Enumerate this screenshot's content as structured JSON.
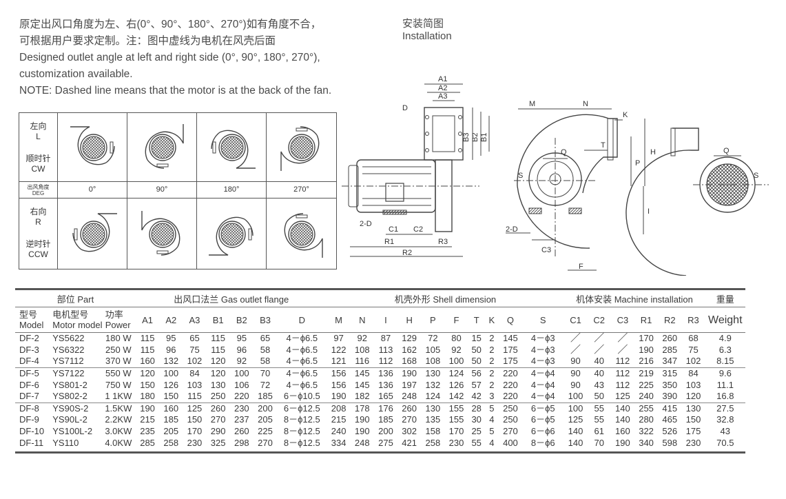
{
  "intro": {
    "line1": "原定出风口角度为左、右(0°、90°、180°、270°)如有角度不合，",
    "line2": "可根据用户要求定制。注：图中虚线为电机在风壳后面",
    "line3": "Designed outlet angle at left and right side (0°, 90°, 180°, 270°),",
    "line4": "customization available.",
    "line5": "NOTE: Dashed line means that the motor is at the back of the fan."
  },
  "installation": {
    "title_cn": "安装简图",
    "title_en": "Installation"
  },
  "orientation": {
    "left_cn": "左向",
    "left_en": "L",
    "cw_cn": "顺时针",
    "cw_en": "CW",
    "deg_cn": "出风角度",
    "deg_en": "DEG",
    "angles": [
      "0°",
      "90°",
      "180°",
      "270°"
    ],
    "right_cn": "右向",
    "right_en": "R",
    "ccw_cn": "逆时针",
    "ccw_en": "CCW"
  },
  "dims": {
    "A1": "A1",
    "A2": "A2",
    "A3": "A3",
    "B1": "B1",
    "B2": "B2",
    "B3": "B3",
    "D": "D",
    "M": "M",
    "N": "N",
    "K": "K",
    "T": "T",
    "Q": "Q",
    "H": "H",
    "P": "P",
    "S": "S",
    "I": "I",
    "C1": "C1",
    "C2": "C2",
    "C3": "C3",
    "R1": "R1",
    "R2": "R2",
    "R3": "R3",
    "F": "F",
    "twoD": "2-D"
  },
  "table": {
    "groups": {
      "part": "部位 Part",
      "flange": "出风口法兰 Gas outlet flange",
      "shell": "机壳外形 Shell dimension",
      "install": "机体安装 Machine installation",
      "weight_cn": "重量"
    },
    "headers": {
      "model_cn": "型号",
      "model_en": "Model",
      "motor_cn": "电机型号",
      "motor_en": "Motor model",
      "power_cn": "功率",
      "power_en": "Power",
      "weight": "Weight",
      "cols": [
        "A1",
        "A2",
        "A3",
        "B1",
        "B2",
        "B3",
        "D",
        "M",
        "N",
        "I",
        "H",
        "P",
        "F",
        "T",
        "K",
        "Q",
        "S",
        "C1",
        "C2",
        "C3",
        "R1",
        "R2",
        "R3"
      ]
    },
    "rows": [
      [
        "DF-2",
        "YS5622",
        "180 W",
        "115",
        "95",
        "65",
        "115",
        "95",
        "65",
        "4－ϕ6.5",
        "97",
        "92",
        "87",
        "129",
        "72",
        "80",
        "15",
        "2",
        "145",
        "4－ϕ3",
        "／",
        "／",
        "／",
        "170",
        "260",
        "68",
        "4.9"
      ],
      [
        "DF-3",
        "YS6322",
        "250 W",
        "115",
        "96",
        "75",
        "115",
        "96",
        "58",
        "4－ϕ6.5",
        "122",
        "108",
        "113",
        "162",
        "105",
        "92",
        "50",
        "2",
        "175",
        "4－ϕ3",
        "／",
        "／",
        "／",
        "190",
        "285",
        "75",
        "6.3"
      ],
      [
        "DF-4",
        "YS7112",
        "370 W",
        "160",
        "132",
        "102",
        "120",
        "92",
        "58",
        "4－ϕ6.5",
        "121",
        "116",
        "112",
        "168",
        "108",
        "100",
        "50",
        "2",
        "175",
        "4－ϕ3",
        "90",
        "40",
        "112",
        "216",
        "347",
        "102",
        "8.15"
      ],
      [
        "DF-5",
        "YS7122",
        "550 W",
        "120",
        "100",
        "84",
        "120",
        "100",
        "70",
        "4－ϕ6.5",
        "156",
        "145",
        "136",
        "190",
        "130",
        "124",
        "56",
        "2",
        "220",
        "4－ϕ4",
        "90",
        "40",
        "112",
        "219",
        "315",
        "84",
        "9.6"
      ],
      [
        "DF-6",
        "YS801-2",
        "750 W",
        "150",
        "126",
        "103",
        "130",
        "106",
        "72",
        "4－ϕ6.5",
        "156",
        "145",
        "136",
        "197",
        "132",
        "126",
        "57",
        "2",
        "220",
        "4－ϕ4",
        "90",
        "43",
        "112",
        "225",
        "350",
        "103",
        "11.1"
      ],
      [
        "DF-7",
        "YS802-2",
        "1 1KW",
        "180",
        "150",
        "115",
        "250",
        "220",
        "185",
        "6－ϕ10.5",
        "190",
        "182",
        "165",
        "248",
        "124",
        "142",
        "42",
        "3",
        "220",
        "4－ϕ4",
        "100",
        "50",
        "125",
        "240",
        "390",
        "120",
        "16.8"
      ],
      [
        "DF-8",
        "YS90S-2",
        "1.5KW",
        "190",
        "160",
        "125",
        "260",
        "230",
        "200",
        "6－ϕ12.5",
        "208",
        "178",
        "176",
        "260",
        "130",
        "155",
        "28",
        "5",
        "250",
        "6－ϕ5",
        "100",
        "55",
        "140",
        "255",
        "415",
        "130",
        "27.5"
      ],
      [
        "DF-9",
        "YS90L-2",
        "2.2KW",
        "215",
        "185",
        "150",
        "270",
        "237",
        "205",
        "8－ϕ12.5",
        "215",
        "190",
        "185",
        "270",
        "135",
        "155",
        "30",
        "4",
        "250",
        "6－ϕ5",
        "125",
        "55",
        "140",
        "280",
        "465",
        "150",
        "32.8"
      ],
      [
        "DF-10",
        "YS100L-2",
        "3.0KW",
        "235",
        "205",
        "170",
        "290",
        "260",
        "225",
        "8－ϕ12.5",
        "240",
        "190",
        "200",
        "302",
        "158",
        "170",
        "25",
        "5",
        "270",
        "6－ϕ6",
        "140",
        "61",
        "160",
        "322",
        "526",
        "175",
        "43"
      ],
      [
        "DF-11",
        "YS110",
        "4.0KW",
        "285",
        "258",
        "230",
        "325",
        "298",
        "270",
        "8－ϕ12.5",
        "334",
        "248",
        "275",
        "421",
        "258",
        "230",
        "55",
        "4",
        "400",
        "8－ϕ6",
        "140",
        "70",
        "190",
        "340",
        "598",
        "230",
        "70.5"
      ]
    ]
  }
}
